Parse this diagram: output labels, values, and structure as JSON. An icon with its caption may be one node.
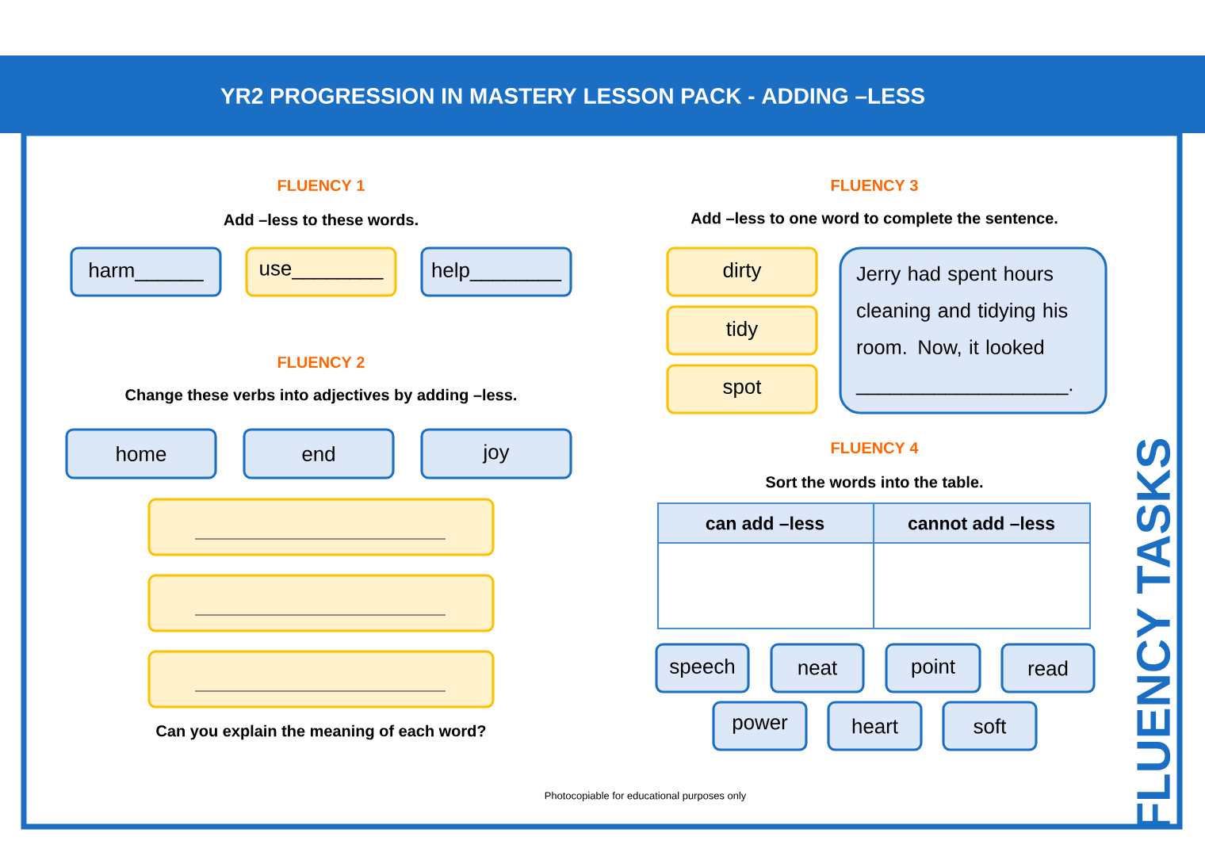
{
  "diagram": {
    "title": "YR2 PROGRESSION IN MASTERY LESSON PACK - ADDING –LESS",
    "nodes": [
      {
        "text": [
          "harm______"
        ]
      },
      {
        "text": [
          "use________"
        ]
      },
      {
        "text": [
          "help________"
        ]
      },
      {
        "text": [
          "home"
        ]
      },
      {
        "text": [
          "end"
        ]
      },
      {
        "text": [
          "joy"
        ]
      },
      {
        "text": [],
        "shape": "box"
      },
      {
        "text": [],
        "shape": "box"
      },
      {
        "text": [],
        "shape": "box"
      },
      {
        "text": [
          "dirty"
        ]
      },
      {
        "text": [
          "tidy"
        ]
      },
      {
        "text": [
          "spot"
        ]
      },
      {
        "text": [
          "Jerry had spent hours cleaning and tidying his room. Now, it looked ___________________."
        ]
      },
      {
        "text": [
          "speech"
        ]
      },
      {
        "text": [
          "neat"
        ]
      },
      {
        "text": [
          "point"
        ]
      },
      {
        "text": [
          "read"
        ]
      },
      {
        "text": [
          "power"
        ]
      },
      {
        "text": [
          "heart"
        ]
      },
      {
        "text": [
          "soft"
        ]
      }
    ],
    "labels": [
      "FLUENCY 1",
      "Add –less to these words.",
      "FLUENCY 2",
      "Change these verbs into adjectives by adding –less.",
      "Can you explain the meaning of each word?",
      "FLUENCY 3",
      "Add –less to one word to complete the sentence.",
      "FLUENCY 4",
      "Sort the words into the table.",
      "can add –less",
      "cannot add –less",
      "FLUENCY TASKS",
      "Photocopiable for educational purposes only"
    ]
  }
}
